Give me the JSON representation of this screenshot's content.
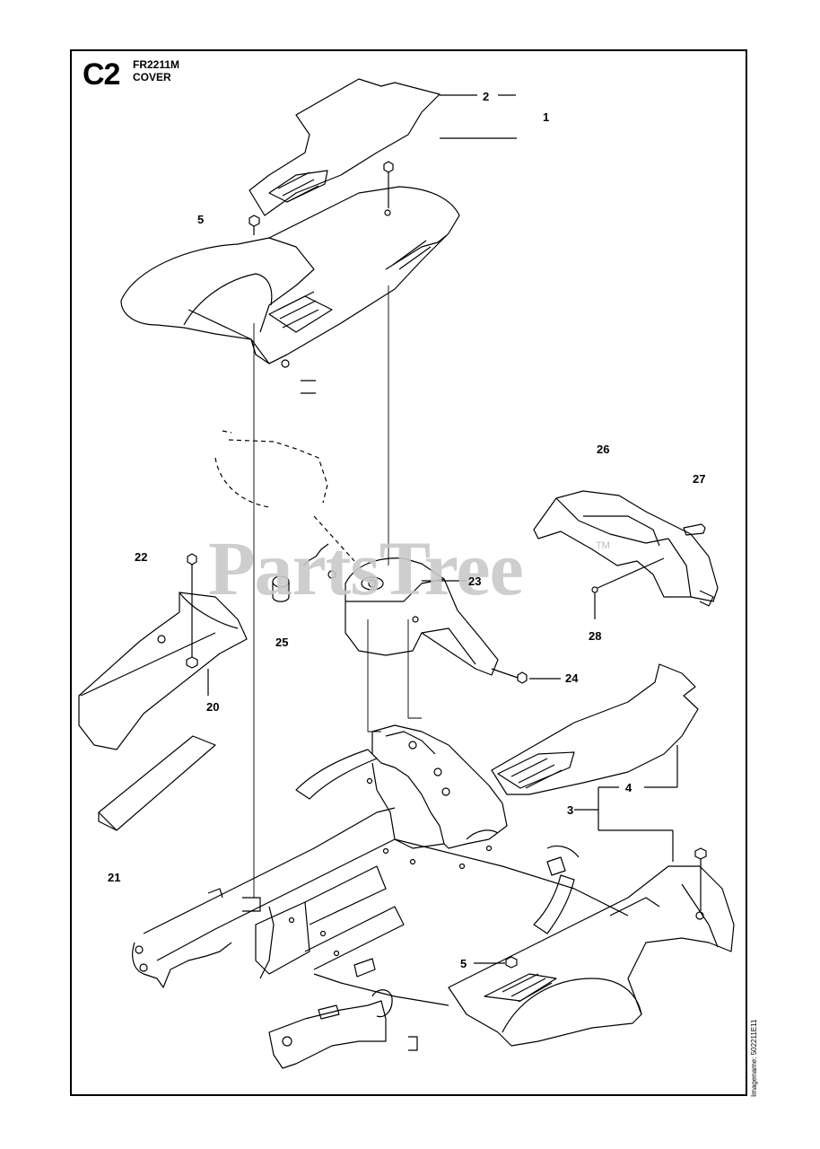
{
  "header": {
    "section_code": "C2",
    "model": "FR2211M",
    "title": "COVER"
  },
  "watermark": {
    "text": "PartsTree",
    "tm": "TM"
  },
  "footer": {
    "image_ref": "Imagename: 502211E11"
  },
  "callouts": {
    "c1": "1",
    "c2": "2",
    "c3": "3",
    "c4": "4",
    "c5a": "5",
    "c5b": "5",
    "c20": "20",
    "c21": "21",
    "c22": "22",
    "c23": "23",
    "c24": "24",
    "c25": "25",
    "c26": "26",
    "c27": "27",
    "c28": "28"
  }
}
